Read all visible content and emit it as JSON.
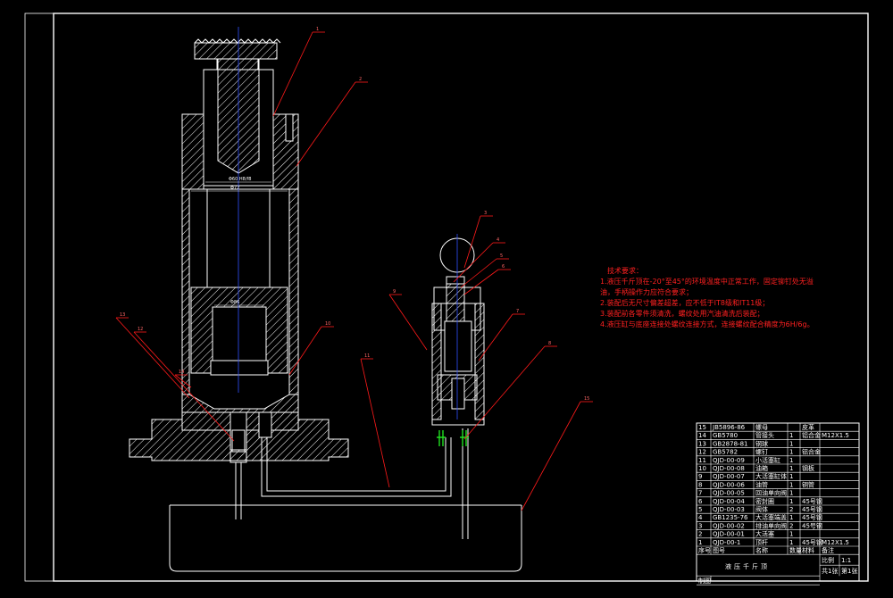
{
  "title_block": {
    "drawing_title": "液压千斤顶",
    "scale_label": "比例",
    "scale_value": "1:1",
    "sheet_label": "共1张",
    "sheet_no": "第1张",
    "drawn_label": "制图",
    "header_cols": [
      "序号",
      "图号",
      "名称",
      "数量",
      "材料",
      "备注"
    ],
    "rows": [
      {
        "no": "15",
        "code": "JB5896-86",
        "name": "螺母",
        "qty": "",
        "mat": "皮革",
        "note": ""
      },
      {
        "no": "14",
        "code": "GB5780",
        "name": "管接头",
        "qty": "1",
        "mat": "铝合金",
        "note": "M12X1.5"
      },
      {
        "no": "13",
        "code": "GB2878-81",
        "name": "钢球",
        "qty": "1",
        "mat": "",
        "note": ""
      },
      {
        "no": "12",
        "code": "GB5782",
        "name": "螺钉",
        "qty": "1",
        "mat": "铝合金",
        "note": ""
      },
      {
        "no": "11",
        "code": "QJD-00-09",
        "name": "小活塞缸",
        "qty": "1",
        "mat": "",
        "note": ""
      },
      {
        "no": "10",
        "code": "QJD-00-08",
        "name": "油箱",
        "qty": "1",
        "mat": "钢板",
        "note": ""
      },
      {
        "no": "9",
        "code": "QJD-00-07",
        "name": "大活塞缸体",
        "qty": "1",
        "mat": "",
        "note": ""
      },
      {
        "no": "8",
        "code": "QJD-00-06",
        "name": "油管",
        "qty": "1",
        "mat": "铜管",
        "note": ""
      },
      {
        "no": "7",
        "code": "QJD-00-05",
        "name": "回油单向阀",
        "qty": "1",
        "mat": "",
        "note": ""
      },
      {
        "no": "6",
        "code": "QJD-00-04",
        "name": "密封圈",
        "qty": "1",
        "mat": "45号钢",
        "note": ""
      },
      {
        "no": "5",
        "code": "QJD-00-03",
        "name": "阀体",
        "qty": "2",
        "mat": "45号钢",
        "note": ""
      },
      {
        "no": "4",
        "code": "GB1235-76",
        "name": "大活塞端盖",
        "qty": "1",
        "mat": "45号钢",
        "note": ""
      },
      {
        "no": "3",
        "code": "QJD-00-02",
        "name": "排油单向阀",
        "qty": "2",
        "mat": "45号钢",
        "note": ""
      },
      {
        "no": "2",
        "code": "QJD-00-01",
        "name": "大活塞",
        "qty": "1",
        "mat": "",
        "note": ""
      },
      {
        "no": "1",
        "code": "QJD-00-1",
        "name": "顶杆",
        "qty": "1",
        "mat": "45号钢",
        "note": "M12X1.5"
      }
    ]
  },
  "technical_notes": {
    "heading": "技术要求：",
    "lines": [
      "1.液压千斤顶在-20°至45°的环境温度中正常工作，固定铆钉处无溢",
      "油，手柄操作力应符合要求；",
      "2.装配后无尺寸偏差超差，应不低于IT8级和IT11级；",
      "3.装配前各零件须清洗，螺纹处用汽油清洗后装配；",
      "4.液压缸与底座连接处螺纹连接方式，连接螺纹配合精度为6H/6g。"
    ]
  },
  "dimensions": [
    "Φ60 H8/f8",
    "Φ72",
    "Φ86"
  ],
  "balloons": [
    "1",
    "2",
    "3",
    "4",
    "5",
    "6",
    "7",
    "8",
    "9",
    "10",
    "11",
    "12",
    "13",
    "14",
    "15"
  ],
  "colors": {
    "background": "#000000",
    "drawing": "#ffffff",
    "leaders": "#ff1a1a",
    "centerline": "#3050ff",
    "hatch": "#ffffff"
  }
}
